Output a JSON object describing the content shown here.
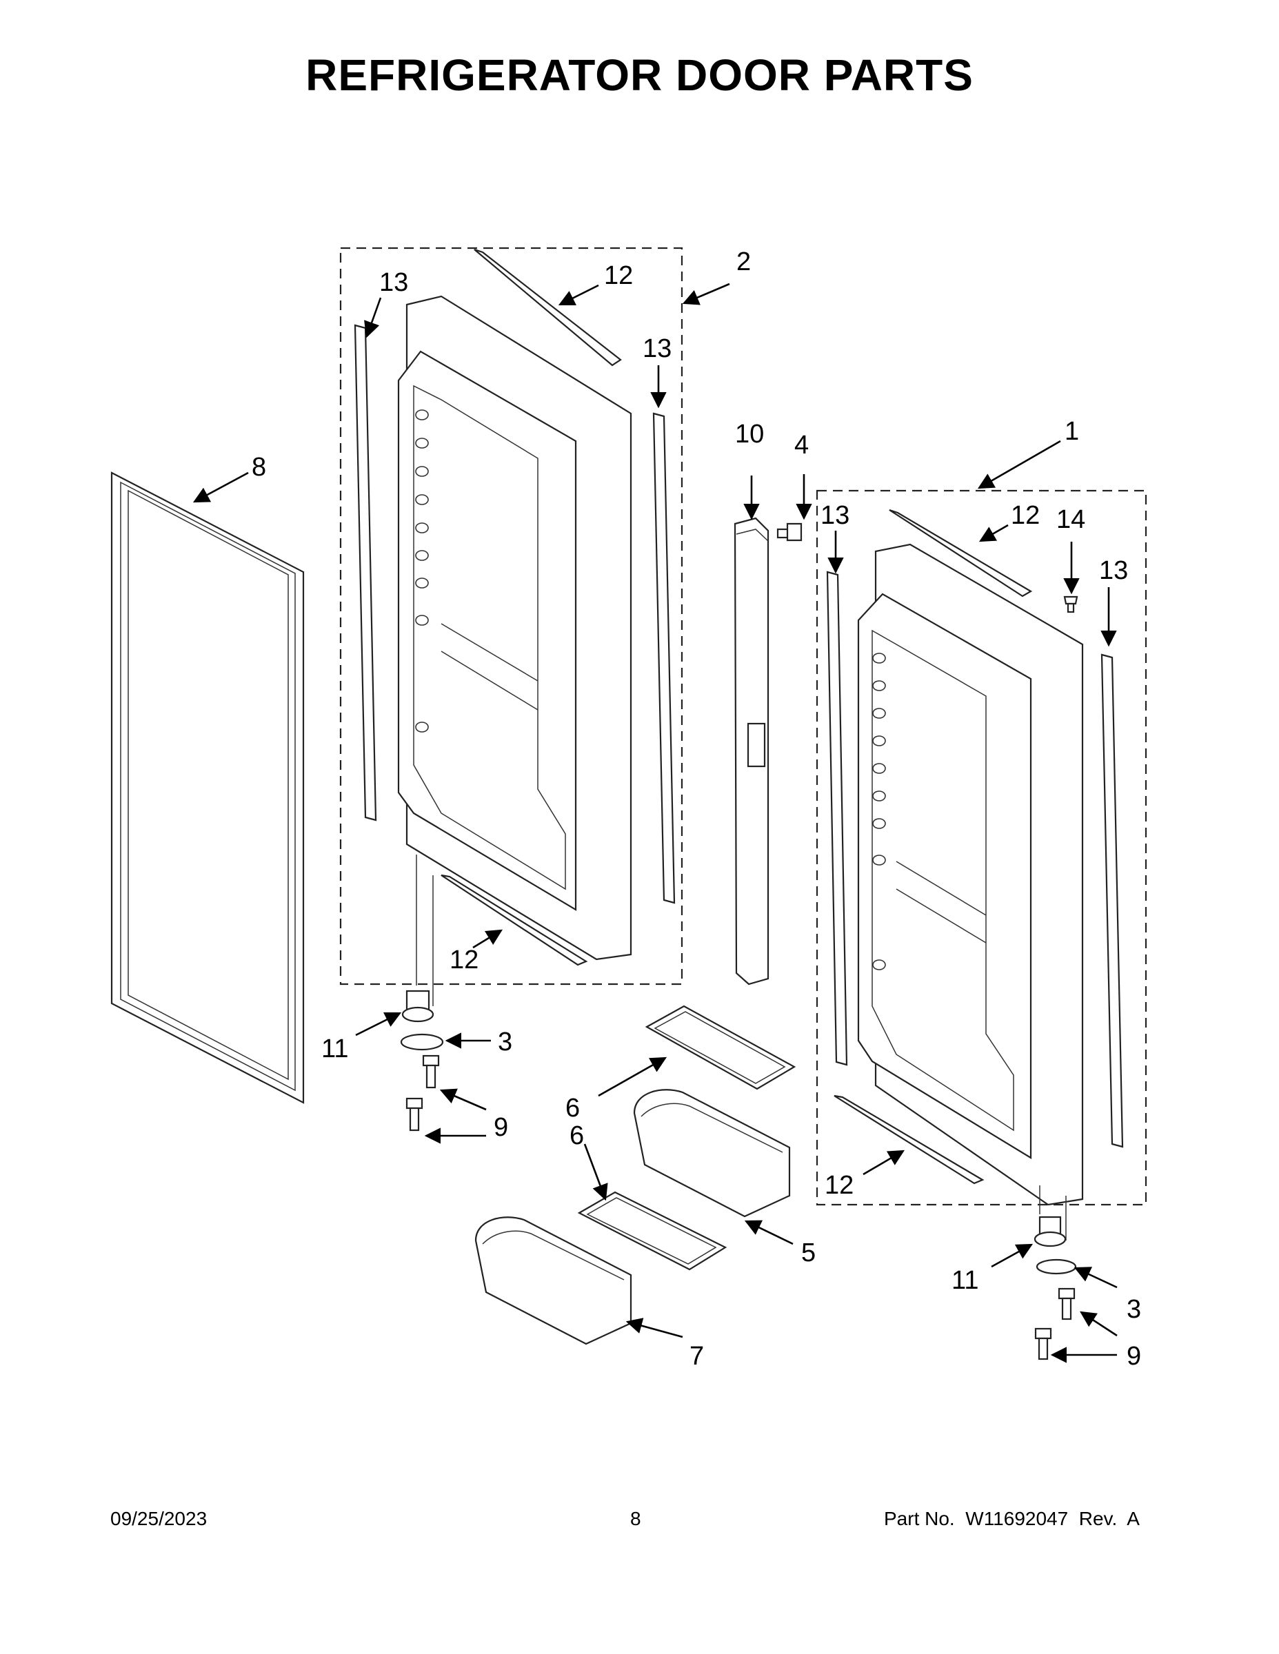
{
  "title": "REFRIGERATOR DOOR PARTS",
  "footer": {
    "date": "09/25/2023",
    "page": "8",
    "part_no": "Part No.  W11692047  Rev.  A"
  },
  "callouts": {
    "c1": "1",
    "c2": "2",
    "c3a": "3",
    "c3b": "3",
    "c4": "4",
    "c5": "5",
    "c6a": "6",
    "c6b": "6",
    "c7": "7",
    "c8": "8",
    "c9a": "9",
    "c9b": "9",
    "c10": "10",
    "c11a": "11",
    "c11b": "11",
    "c12a": "12",
    "c12b": "12",
    "c12c": "12",
    "c12d": "12",
    "c13a": "13",
    "c13b": "13",
    "c13c": "13",
    "c13d": "13",
    "c14": "14"
  }
}
